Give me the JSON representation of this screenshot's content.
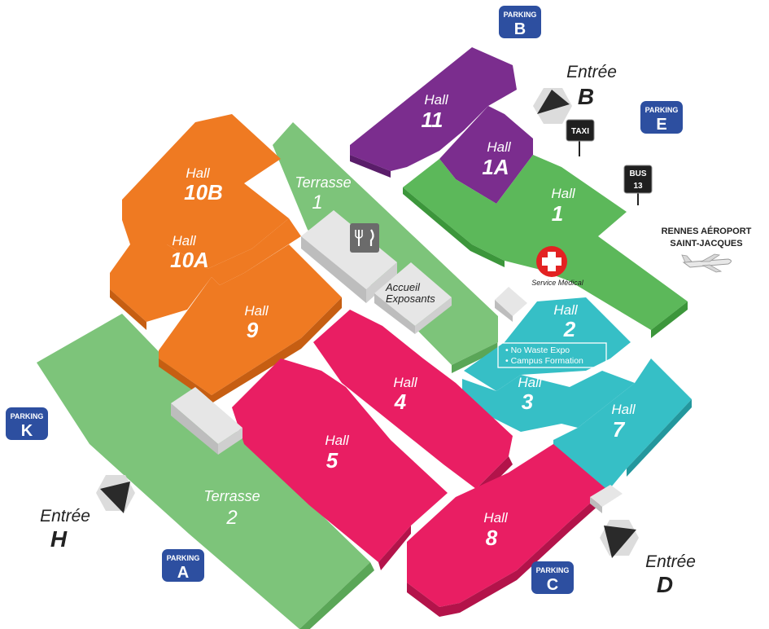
{
  "colors": {
    "orange": "#ef7a22",
    "orange_side": "#c65e12",
    "purple": "#7b2d8e",
    "purple_side": "#5a1d6a",
    "green": "#5cb85a",
    "green_side": "#3c963b",
    "light_green": "#7dc47a",
    "pink": "#e91e63",
    "pink_side": "#b3134a",
    "cyan": "#36bfc6",
    "cyan_side": "#23979d",
    "parking_blue": "#2d4fa0",
    "red_cross": "#e32222"
  },
  "halls": [
    {
      "id": "10b",
      "word": "Hall",
      "number": "10B"
    },
    {
      "id": "10a",
      "word": "Hall",
      "number": "10A"
    },
    {
      "id": "9",
      "word": "Hall",
      "number": "9"
    },
    {
      "id": "11",
      "word": "Hall",
      "number": "11"
    },
    {
      "id": "1a",
      "word": "Hall",
      "number": "1A"
    },
    {
      "id": "1",
      "word": "Hall",
      "number": "1"
    },
    {
      "id": "2",
      "word": "Hall",
      "number": "2"
    },
    {
      "id": "3",
      "word": "Hall",
      "number": "3"
    },
    {
      "id": "7",
      "word": "Hall",
      "number": "7"
    },
    {
      "id": "4",
      "word": "Hall",
      "number": "4"
    },
    {
      "id": "5",
      "word": "Hall",
      "number": "5"
    },
    {
      "id": "8",
      "word": "Hall",
      "number": "8"
    }
  ],
  "terraces": [
    {
      "id": "1",
      "word": "Terrasse",
      "number": "1"
    },
    {
      "id": "2",
      "word": "Terrasse",
      "number": "2"
    }
  ],
  "parkings": [
    {
      "id": "b",
      "label": "PARKING",
      "letter": "B"
    },
    {
      "id": "e",
      "label": "PARKING",
      "letter": "E"
    },
    {
      "id": "k",
      "label": "PARKING",
      "letter": "K"
    },
    {
      "id": "a",
      "label": "PARKING",
      "letter": "A"
    },
    {
      "id": "c",
      "label": "PARKING",
      "letter": "C"
    }
  ],
  "entrances": [
    {
      "id": "b",
      "word": "Entrée",
      "letter": "B"
    },
    {
      "id": "h",
      "word": "Entrée",
      "letter": "H"
    },
    {
      "id": "d",
      "word": "Entrée",
      "letter": "D"
    }
  ],
  "accueil": {
    "line1": "Accueil",
    "line2": "Exposants"
  },
  "service_medical": "Service Médical",
  "hall2_box": {
    "line1": "• No Waste Expo",
    "line2": "• Campus Formation"
  },
  "taxi": "TAXI",
  "bus": {
    "line1": "BUS",
    "line2": "13"
  },
  "airport": {
    "line1": "RENNES AÉROPORT",
    "line2": "SAINT-JACQUES"
  },
  "icons": {
    "restaurant": "fork-knife-icon",
    "medical": "red-cross-icon",
    "plane": "plane-icon",
    "entrance": "entrance-arrow-icon"
  }
}
